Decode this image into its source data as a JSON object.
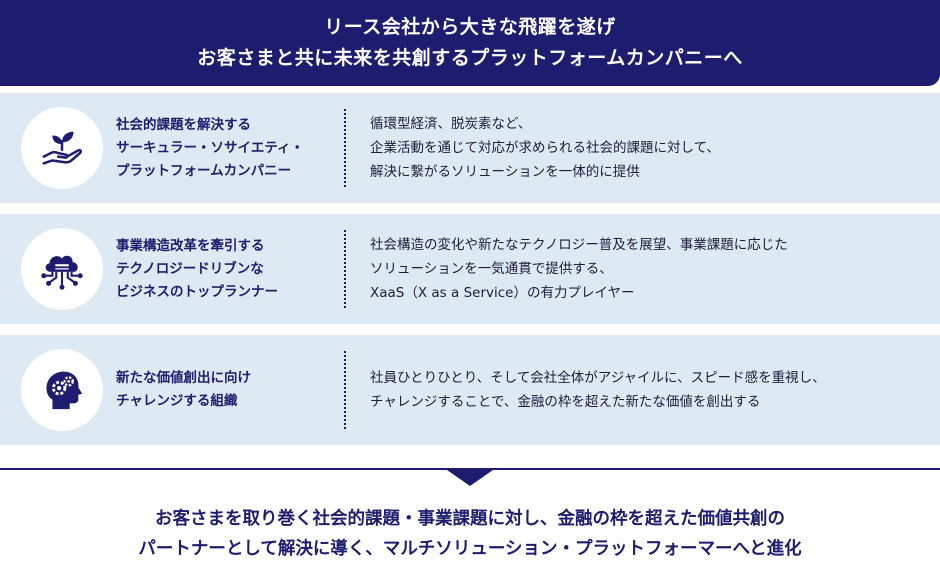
{
  "header": {
    "line1": "リース会社から大きな飛躍を遂げ",
    "line2": "お客さまと共に未来を共創するプラットフォームカンパニーへ"
  },
  "rows": [
    {
      "icon": "hand-plant-icon",
      "title": [
        "社会的課題を解決する",
        "サーキュラー・ソサイエティ・",
        "プラットフォームカンパニー"
      ],
      "desc": [
        "循環型経済、脱炭素など、",
        "企業活動を通じて対応が求められる社会的課題に対して、",
        "解決に繋がるソリューションを一体的に提供"
      ]
    },
    {
      "icon": "cloud-network-icon",
      "title": [
        "事業構造改革を牽引する",
        "テクノロジードリブンな",
        "ビジネスのトップランナー"
      ],
      "desc": [
        "社会構造の変化や新たなテクノロジー普及を展望、事業課題に応じた",
        "ソリューションを一気通貫で提供する、",
        "XaaS（X as a Service）の有力プレイヤー"
      ]
    },
    {
      "icon": "head-gears-icon",
      "title": [
        "新たな価値創出に向け",
        "チャレンジする組織"
      ],
      "desc": [
        "社員ひとりひとり、そして会社全体がアジャイルに、スピード感を重視し、",
        "チャレンジすることで、金融の枠を超えた新たな価値を創出する"
      ]
    }
  ],
  "footer": {
    "line1": "お客さまを取り巻く社会的課題・事業課題に対し、金融の枠を超えた価値共創の",
    "line2": "パートナーとして解決に導く、マルチソリューション・プラットフォーマーへと進化"
  },
  "colors": {
    "navy": "#1e1c6e",
    "row_bg": "#dde9f3"
  }
}
